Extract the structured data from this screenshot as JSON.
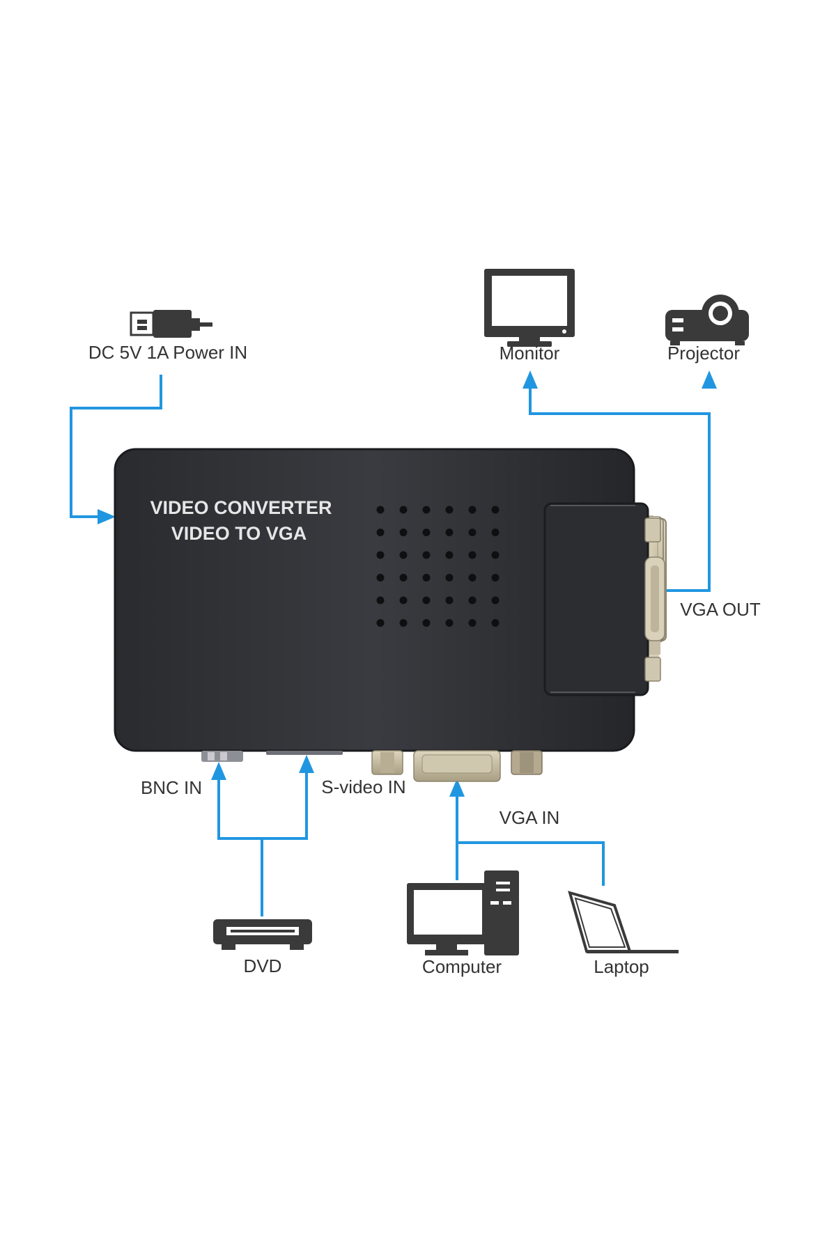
{
  "colors": {
    "wire": "#2196e0",
    "icon": "#3a3a3a",
    "device_body": "#2b2c30",
    "label": "#333333",
    "device_text": "#e6e6e6",
    "connector_metal": "#c8bfa6"
  },
  "device": {
    "line1": "VIDEO CONVERTER",
    "line2": "VIDEO TO VGA"
  },
  "labels": {
    "power_in": "DC 5V 1A Power IN",
    "monitor": "Monitor",
    "projector": "Projector",
    "vga_out": "VGA OUT",
    "bnc_in": "BNC IN",
    "svideo_in": "S-video IN",
    "vga_in": "VGA IN",
    "dvd": "DVD",
    "computer": "Computer",
    "laptop": "Laptop"
  },
  "icons": {
    "usb_plug": "usb-plug-icon",
    "monitor": "monitor-icon",
    "projector": "projector-icon",
    "dvd": "dvd-player-icon",
    "computer": "desktop-computer-icon",
    "laptop": "laptop-icon"
  }
}
